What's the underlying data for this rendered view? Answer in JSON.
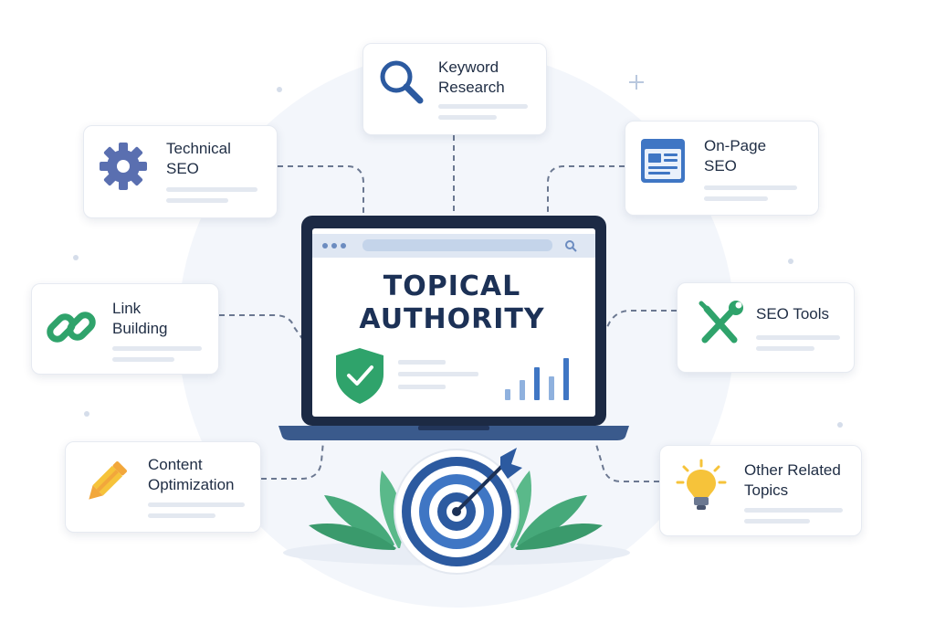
{
  "title": {
    "line1": "TOPICAL",
    "line2": "AUTHORITY"
  },
  "topics": [
    {
      "id": "keyword-research",
      "line1": "Keyword",
      "line2": "Research",
      "icon": "magnifier-icon"
    },
    {
      "id": "technical-seo",
      "line1": "Technical",
      "line2": "SEO",
      "icon": "gear-icon"
    },
    {
      "id": "on-page-seo",
      "line1": "On-Page",
      "line2": "SEO",
      "icon": "webpage-icon"
    },
    {
      "id": "link-building",
      "line1": "Link",
      "line2": "Building",
      "icon": "chain-link-icon"
    },
    {
      "id": "seo-tools",
      "line1": "SEO Tools",
      "line2": "",
      "icon": "wrench-screwdriver-icon"
    },
    {
      "id": "content-optimization",
      "line1": "Content",
      "line2": "Optimization",
      "icon": "pencil-icon"
    },
    {
      "id": "other-related-topics",
      "line1": "Other Related",
      "line2": "Topics",
      "icon": "lightbulb-icon"
    }
  ],
  "colors": {
    "navy": "#1c3156",
    "blue": "#3f76c4",
    "green": "#2fa36b",
    "gear": "#5a6fb0",
    "yellow": "#f6c33a",
    "orange": "#f2a73b",
    "card_border": "#e6eaf1"
  }
}
